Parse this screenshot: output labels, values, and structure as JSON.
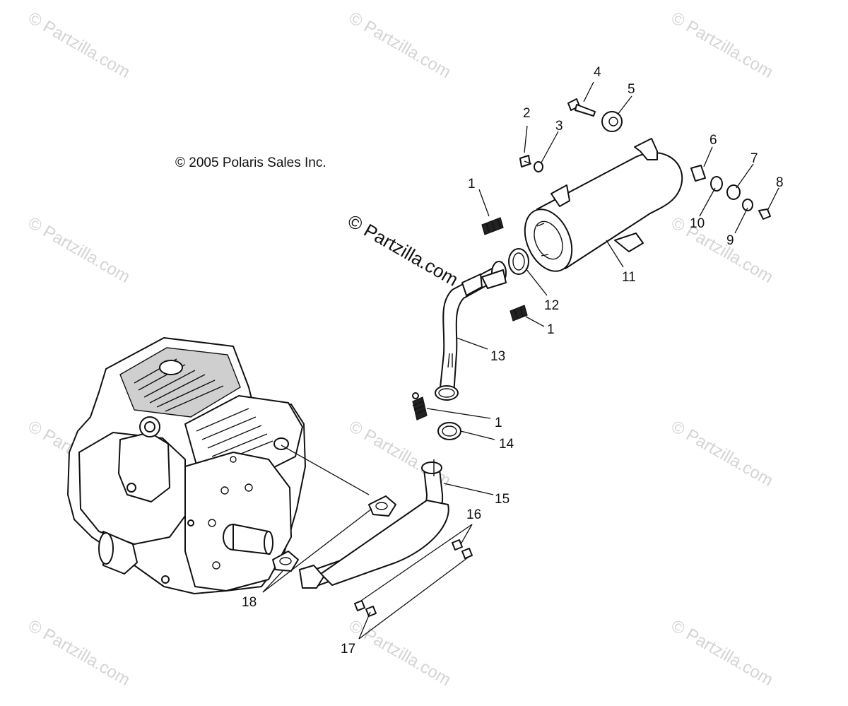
{
  "copyright": "© 2005 Polaris Sales Inc.",
  "watermark_center": "© Partzilla.com",
  "watermark_tile": "© Partzilla.com",
  "callouts": {
    "c1a": "1",
    "c1b": "1",
    "c1c": "1",
    "c2": "2",
    "c3": "3",
    "c4": "4",
    "c5": "5",
    "c6": "6",
    "c7": "7",
    "c8": "8",
    "c9": "9",
    "c10": "10",
    "c11": "11",
    "c12": "12",
    "c13": "13",
    "c14": "14",
    "c15": "15",
    "c16": "16",
    "c17": "17",
    "c18": "18"
  },
  "colors": {
    "line": "#111111",
    "watermark": "#d4d4d4",
    "background": "#ffffff"
  }
}
